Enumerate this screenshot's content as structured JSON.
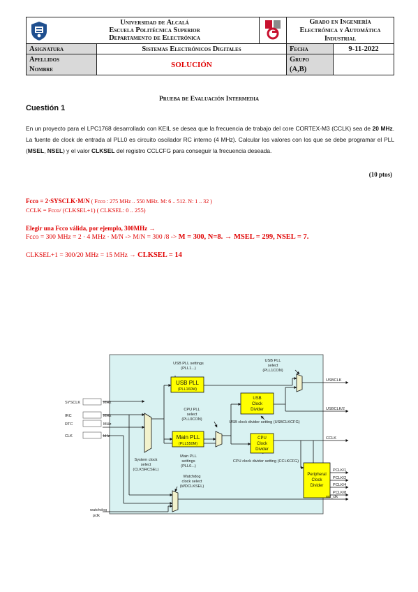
{
  "header": {
    "university": "Universidad de Alcalá",
    "school": "Escuela Politécnica Superior",
    "department": "Departamento de Electrónica",
    "degree_line1": "Grado en Ingeniería Electrónica y Automática",
    "degree_line2": "Industrial",
    "asignatura_label": "Asignatura",
    "asignatura_value": "Sistemas Electrónicos Digitales",
    "fecha_label": "Fecha",
    "fecha_value": "9-11-2022",
    "apellidos_label": "Apellidos",
    "nombre_label": "Nombre",
    "student_value": "SOLUCIÓN",
    "grupo_label": "Grupo",
    "grupo_value": "(A,B)"
  },
  "exam_title": "Prueba de Evaluación Intermedia",
  "question_title": "Cuestión 1",
  "question_text": {
    "part1": "En un proyecto para el LPC1768 desarrollado con KEIL se desea que la frecuencia de trabajo del core CORTEX-M3 (CCLK) sea de ",
    "bold1": "20 MHz",
    "part2": ". La fuente de clock de entrada al PLL0 es circuito oscilador RC interno (4 MHz). Calcular los valores con los que se debe programar el PLL (",
    "bold2": "MSEL",
    "part3": ", ",
    "bold3": "NSEL",
    "part4": ") y el valor ",
    "bold4": "CLKSEL",
    "part5": " del registro CCLCFG para conseguir la frecuencia deseada."
  },
  "points": "(10 ptos)",
  "solution": {
    "l1_bold": "Fcco = 2·SYSCLK·M/N",
    "l1_rest": " ( Fcco : 275 MHz .. 550 MHz. M: 6 .. 512. N: 1 .. 32 )",
    "l2": "CCLK = Fcco/ (CLKSEL+1) ( CLKSEL: 0 .. 255)",
    "l3": "Elegir una Fcco válida, por ejemplo, 300MHz →",
    "l4_a": "Fcco = 300 MHz = 2 · 4 MHz · M/N -> M/N = 300 /8 -> ",
    "l4_b": "M = 300, N=8. → MSEL = 299, NSEL = 7.",
    "l5_a": "CLKSEL+1 = 300/20 MHz = 15 MHz → ",
    "l5_b": "CLKSEL = 14"
  },
  "diagram": {
    "usb_pll_settings": [
      "USB PLL settings",
      "(PLL1...)"
    ],
    "usb_pll": [
      "USB PLL",
      "(PLL160M)"
    ],
    "usb_pll_select": [
      "USB PLL",
      "select",
      "(PLL1CON)"
    ],
    "usb_clock_divider": [
      "USB",
      "Clock",
      "Divider"
    ],
    "usb_divider_setting": "USB clock divider setting (USBCLKCFG)",
    "cpu_pll_select": [
      "CPU PLL",
      "select",
      "(PLL0CON)"
    ],
    "main_pll": [
      "Main PLL",
      "(PLL550M)"
    ],
    "main_pll_settings": [
      "Main PLL",
      "settings",
      "(PLL0...)"
    ],
    "cpu_clock_divider": [
      "CPU",
      "Clock",
      "Divider"
    ],
    "cpu_divider_setting": "CPU clock divider setting (CCLKCFG)",
    "system_clock_select": [
      "System clock",
      "select",
      "(CLKSRCSEL)"
    ],
    "peripheral_clock_divider": [
      "Peripheral",
      "Clock",
      "Divider"
    ],
    "watchdog_clock_select": [
      "Watchdog",
      "clock select",
      "(WDCLKSEL)"
    ],
    "inputs": [
      "SYSCLK",
      "IRC",
      "RTC",
      "CLK"
    ],
    "input_units": [
      "MHz",
      "MHz",
      "MHz",
      "kHz"
    ],
    "outputs": [
      "USBCLK",
      "USBCLK/2",
      "CCLK",
      "PCLK/1",
      "PCLK/2",
      "PCLK/4",
      "PCLK/8",
      "wd_clk"
    ],
    "watchdog_pclk": [
      "watchdog",
      "pclk"
    ]
  }
}
